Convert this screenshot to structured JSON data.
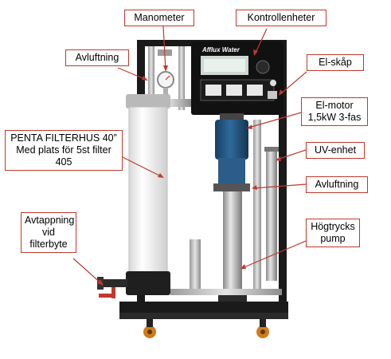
{
  "labels": {
    "manometer": "Manometer",
    "kontrollenheter": "Kontrollenheter",
    "avluftning_top": "Avluftning",
    "el_skap": "El-skåp",
    "el_motor_line1": "El-motor",
    "el_motor_line2": "1,5kW 3-fas",
    "uv_enhet": "UV-enhet",
    "avluftning_mid": "Avluftning",
    "penta_line1": "PENTA FILTERHUS 40”",
    "penta_line2": "Med plats för 5st filter",
    "penta_line3": "405",
    "avtappning_line1": "Avtappning",
    "avtappning_line2": "vid",
    "avtappning_line3": "filterbyte",
    "hogtrycks_line1": "Högtrycks",
    "hogtrycks_line2": "pump"
  },
  "panel": {
    "brand": "Afflux Water"
  },
  "colors": {
    "callout_border": "#c0392b",
    "arrow": "#c0392b",
    "frame": "#1a1a1a",
    "filter_housing": "#f2f2f2",
    "motor": "#1f4f7a"
  }
}
